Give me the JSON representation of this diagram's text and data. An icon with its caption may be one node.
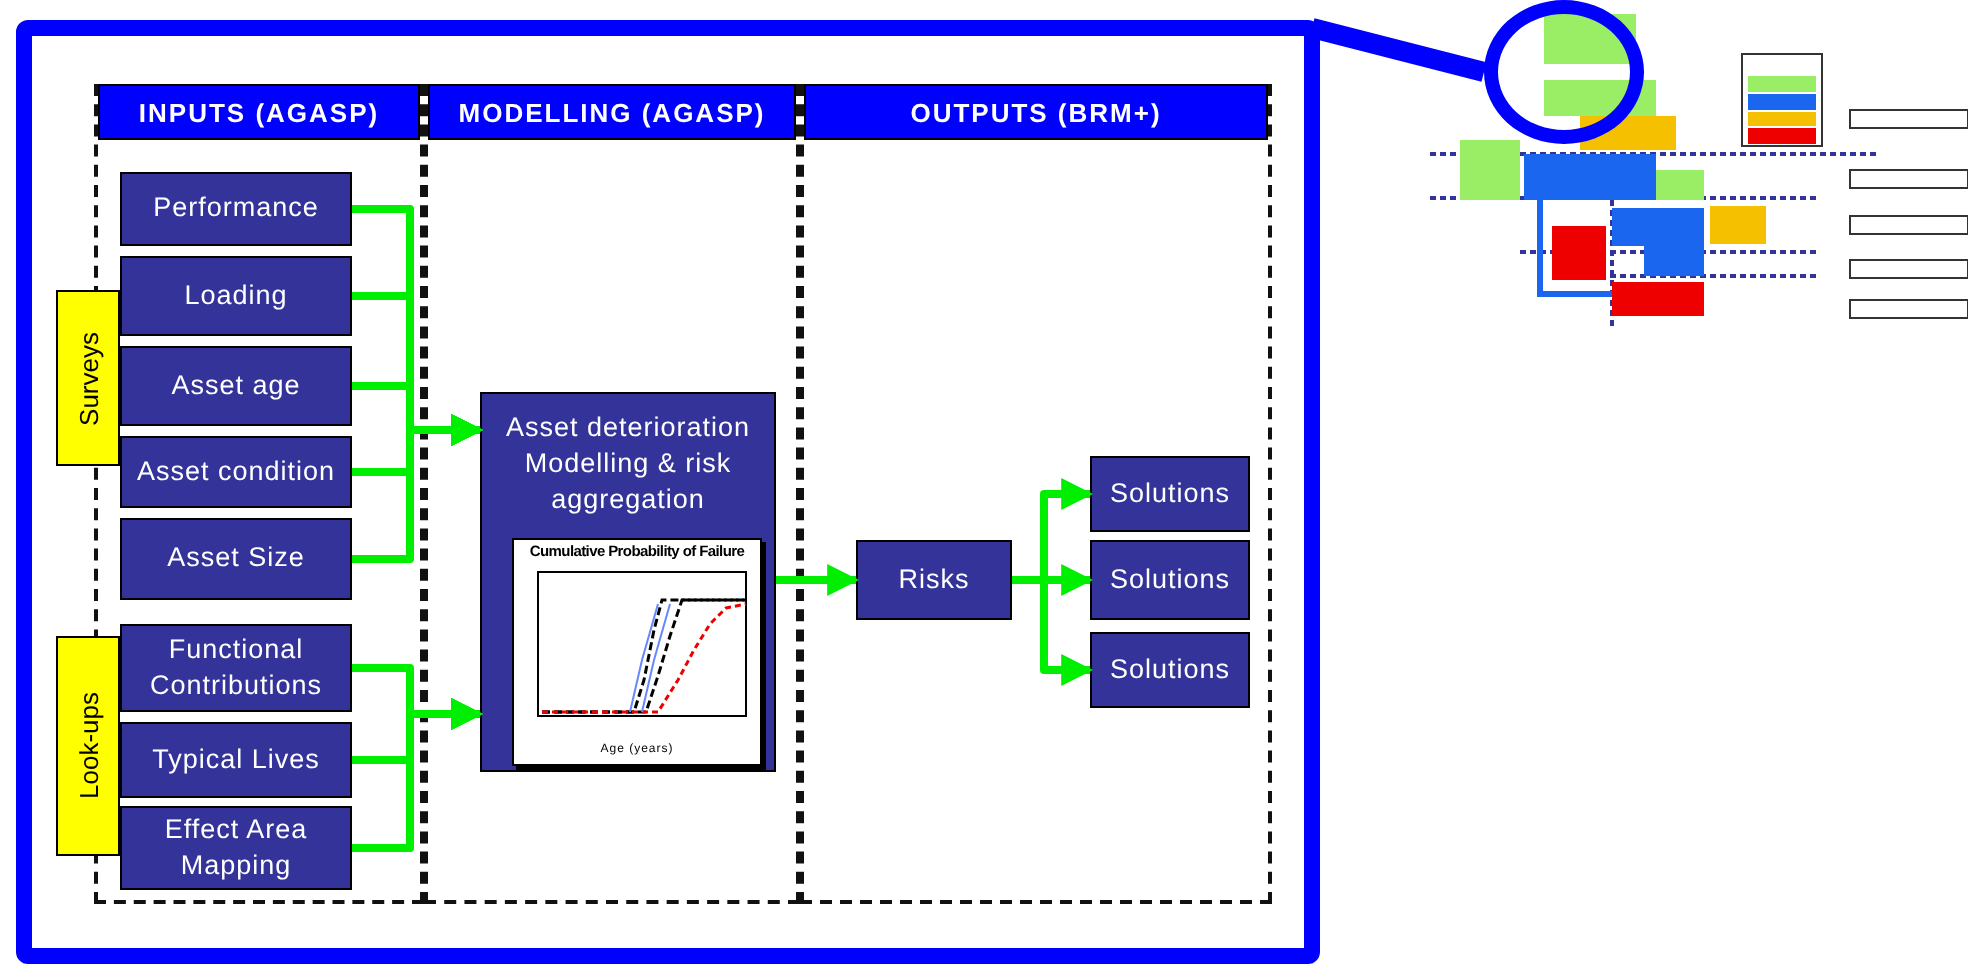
{
  "diagram": {
    "nodes": [
      {
        "text": [],
        "shape": "box"
      },
      {
        "text": [
          "INPUTS (AGASP)"
        ],
        "in": 0
      },
      {
        "text": [
          "MODELLING (AGASP)"
        ],
        "in": 0
      },
      {
        "text": [
          "OUTPUTS (BRM+)"
        ],
        "in": 0
      },
      {
        "text": [
          "Surveys"
        ],
        "in": 0
      },
      {
        "text": [
          "Look-ups"
        ],
        "in": 0
      },
      {
        "text": [
          "Performance"
        ],
        "in": 1
      },
      {
        "text": [
          "Loading"
        ],
        "in": 1
      },
      {
        "text": [
          "Asset age"
        ],
        "in": 1
      },
      {
        "text": [
          "Asset condition"
        ],
        "in": 1
      },
      {
        "text": [
          "Asset Size"
        ],
        "in": 1
      },
      {
        "text": [
          "Functional Contributions"
        ],
        "in": 1
      },
      {
        "text": [
          "Typical Lives"
        ],
        "in": 1
      },
      {
        "text": [
          "Effect Area Mapping"
        ],
        "in": 1
      },
      {
        "text": [
          "Asset deterioration Modelling & risk aggregation",
          "Cumulative Probability of Failure",
          "Age (years)"
        ],
        "in": 2
      },
      {
        "text": [
          "Risks"
        ],
        "in": 3
      },
      {
        "text": [
          "Solutions"
        ],
        "in": 3
      },
      {
        "text": [
          "Solutions"
        ],
        "in": 3
      },
      {
        "text": [
          "Solutions"
        ],
        "in": 3
      },
      {
        "text": [],
        "shape": "circle"
      }
    ],
    "edges": [
      {
        "from": 6,
        "to": 14,
        "arrow": "to"
      },
      {
        "from": 7,
        "to": 14,
        "arrow": "to"
      },
      {
        "from": 8,
        "to": 14,
        "arrow": "to"
      },
      {
        "from": 9,
        "to": 14,
        "arrow": "to"
      },
      {
        "from": 10,
        "to": 14,
        "arrow": "to"
      },
      {
        "from": 11,
        "to": 14,
        "arrow": "to"
      },
      {
        "from": 12,
        "to": 14,
        "arrow": "to"
      },
      {
        "from": 13,
        "to": 14,
        "arrow": "to"
      },
      {
        "from": 14,
        "to": 15,
        "arrow": "to"
      },
      {
        "from": 15,
        "to": 16,
        "arrow": "to"
      },
      {
        "from": 15,
        "to": 17,
        "arrow": "to"
      },
      {
        "from": 15,
        "to": 18,
        "arrow": "to"
      },
      {
        "from": 0,
        "to": 19,
        "arrow": "none",
        "style": "thick",
        "color": "#0000ff"
      }
    ]
  }
}
